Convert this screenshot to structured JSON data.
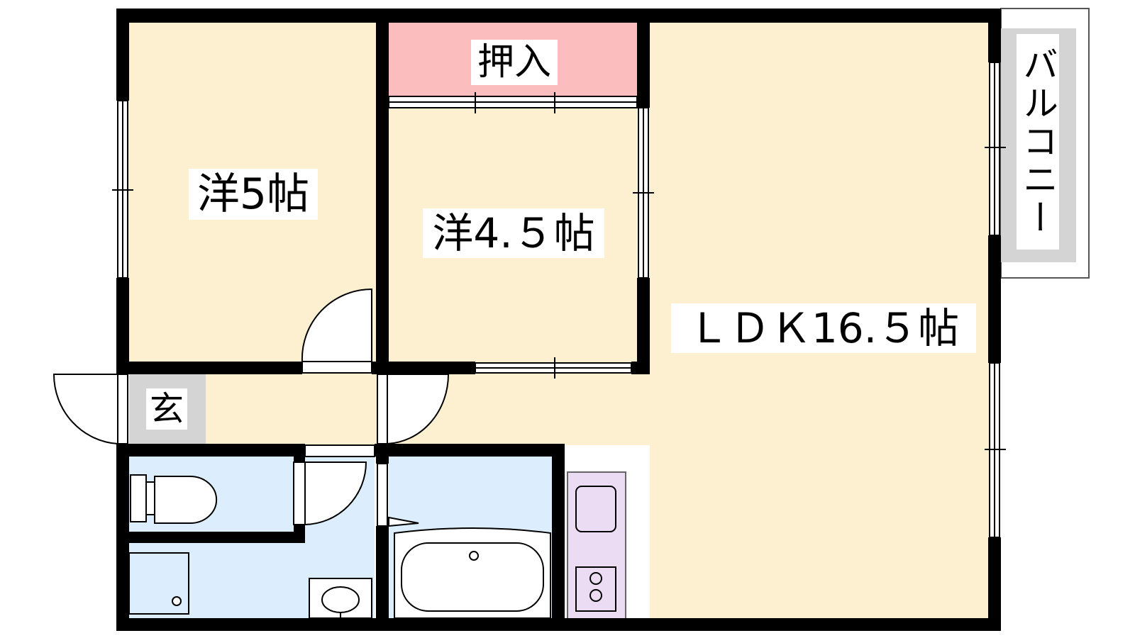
{
  "rooms": {
    "western_room_1": "洋5帖",
    "western_room_2": "洋4.５帖",
    "closet": "押入",
    "ldk": "ＬＤＫ16.５帖",
    "entrance": "玄",
    "balcony": "バルコニー"
  },
  "colors": {
    "room_floor": "#fdf0d0",
    "closet": "#fbbdbd",
    "wet_area": "#dceefd",
    "kitchen": "#ecdcf3",
    "entrance": "#d4d4d4",
    "balcony": "#d4d4d4",
    "wall": "#000000"
  }
}
